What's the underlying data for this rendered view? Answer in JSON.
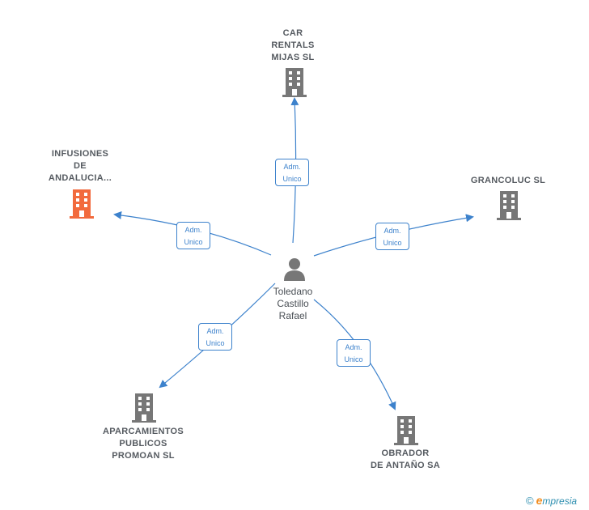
{
  "center": {
    "label": "Toledano\nCastillo\nRafael",
    "icon": "person-icon",
    "color": "#777777"
  },
  "companies": [
    {
      "id": "car-rentals",
      "label": "CAR\nRENTALS\nMIJAS  SL",
      "icon": "building-icon",
      "color": "#777777"
    },
    {
      "id": "infusiones",
      "label": "INFUSIONES\nDE\nANDALUCIA...",
      "icon": "building-icon",
      "color": "#f26a3d",
      "highlighted": true
    },
    {
      "id": "grancoluc",
      "label": "GRANCOLUC SL",
      "icon": "building-icon",
      "color": "#777777"
    },
    {
      "id": "aparcamientos",
      "label": "APARCAMIENTOS\nPUBLICOS\nPROMOAN SL",
      "icon": "building-icon",
      "color": "#777777"
    },
    {
      "id": "obrador",
      "label": "OBRADOR\nDE ANTAÑO SA",
      "icon": "building-icon",
      "color": "#777777"
    }
  ],
  "edges": [
    {
      "to": "car-rentals",
      "line1": "Adm.",
      "line2": "Unico"
    },
    {
      "to": "infusiones",
      "line1": "Adm.",
      "line2": "Unico"
    },
    {
      "to": "grancoluc",
      "line1": "Adm.",
      "line2": "Unico"
    },
    {
      "to": "aparcamientos",
      "line1": "Adm.",
      "line2": "Unico"
    },
    {
      "to": "obrador",
      "line1": "Adm.",
      "line2": "Unico"
    }
  ],
  "colors": {
    "edge": "#3d82cc",
    "node": "#777777",
    "highlight": "#f26a3d"
  },
  "footer": {
    "copyright_symbol": "©",
    "brand_initial": "e",
    "brand_rest": "mpresia"
  }
}
